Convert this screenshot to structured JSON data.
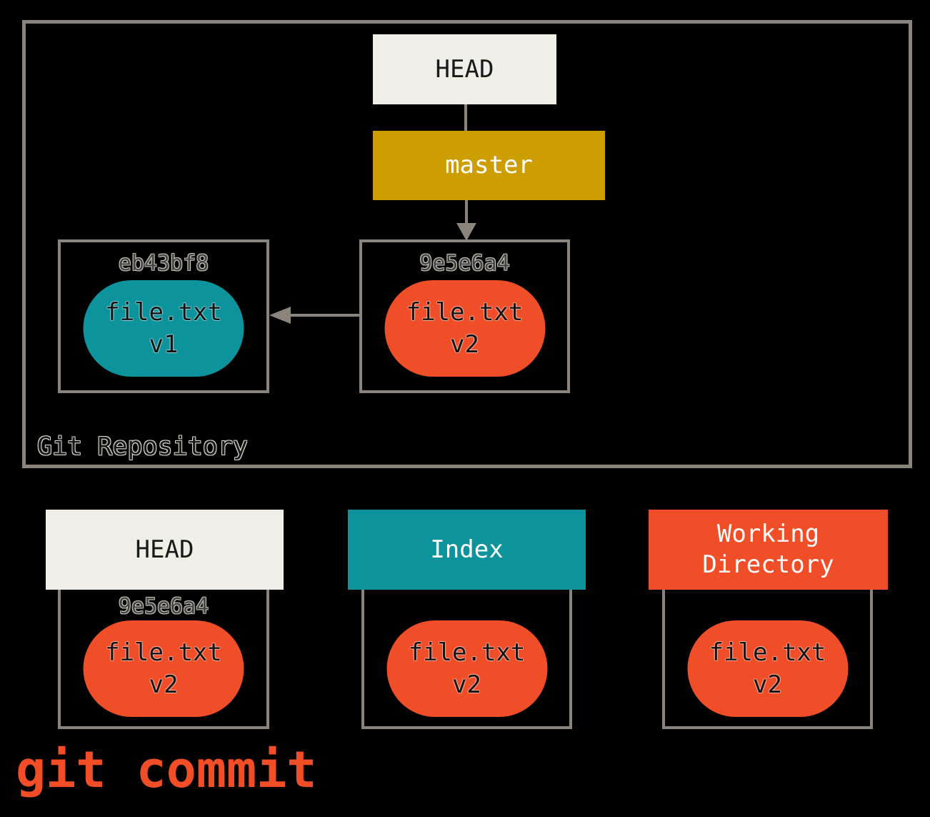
{
  "colors": {
    "background": "#000000",
    "border_gray": "#8B847C",
    "offwhite": "#EFEFE7",
    "gold": "#CC9E02",
    "teal": "#0D939B",
    "red": "#F04E28",
    "caption_red": "#F14E28",
    "text_dark": "#1A1A1A",
    "text_light": "#FFFFFF",
    "hash_gray": "#45443F"
  },
  "repository": {
    "label": "Git Repository",
    "head_pointer": {
      "label": "HEAD"
    },
    "branch": {
      "label": "master"
    },
    "commits": [
      {
        "hash": "eb43bf8",
        "file_name": "file.txt",
        "file_version": "v1",
        "fill": "#0D939B"
      },
      {
        "hash": "9e5e6a4",
        "file_name": "file.txt",
        "file_version": "v2",
        "fill": "#F04E28"
      }
    ]
  },
  "columns": [
    {
      "title": "HEAD",
      "hash": "9e5e6a4",
      "file_name": "file.txt",
      "file_version": "v2",
      "header_bg": "#EFEFE7",
      "header_text": "#1A1A1A",
      "oval_fill": "#F04E28"
    },
    {
      "title": "Index",
      "file_name": "file.txt",
      "file_version": "v2",
      "header_bg": "#0D939B",
      "header_text": "#FFFFFF",
      "oval_fill": "#F04E28"
    },
    {
      "title": "Working Directory",
      "file_name": "file.txt",
      "file_version": "v2",
      "header_bg": "#F04E28",
      "header_text": "#FFFFFF",
      "oval_fill": "#F04E28"
    }
  ],
  "caption": "git commit"
}
